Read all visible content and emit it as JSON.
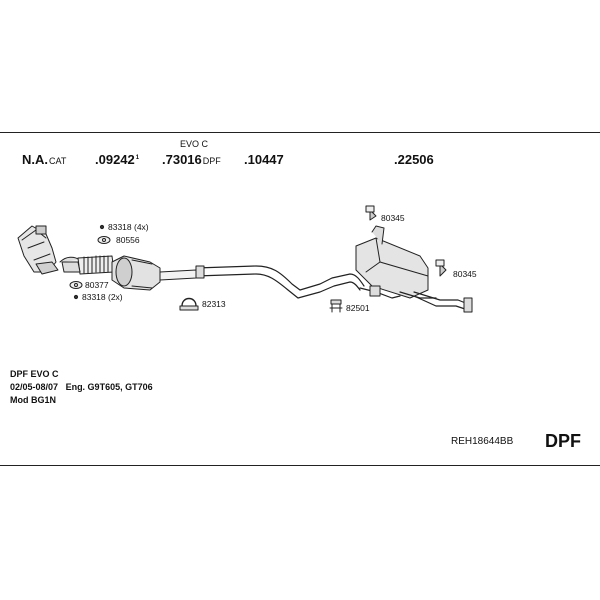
{
  "top_labels": {
    "na": {
      "main": "N.A.",
      "suffix": "CAT"
    },
    "p1": {
      "main": ".09242",
      "sup": "1"
    },
    "p2": {
      "main": ".73016",
      "suffix": "DPF",
      "above": "EVO C"
    },
    "p3": {
      "main": ".10447"
    },
    "p4": {
      "main": ".22506"
    }
  },
  "parts": {
    "p83318a": "83318 (4x)",
    "p80556": "80556",
    "p80377": "80377",
    "p83318b": "83318 (2x)",
    "p82313": "82313",
    "p82501": "82501",
    "p80345a": "80345",
    "p80345b": "80345"
  },
  "info": {
    "line1": "DPF EVO C",
    "line2a": "02/05-08/07",
    "line2b": "Eng. G9T605, GT706",
    "line3": "Mod BG1N"
  },
  "code": "REH18644BB",
  "dpf_label": "DPF"
}
